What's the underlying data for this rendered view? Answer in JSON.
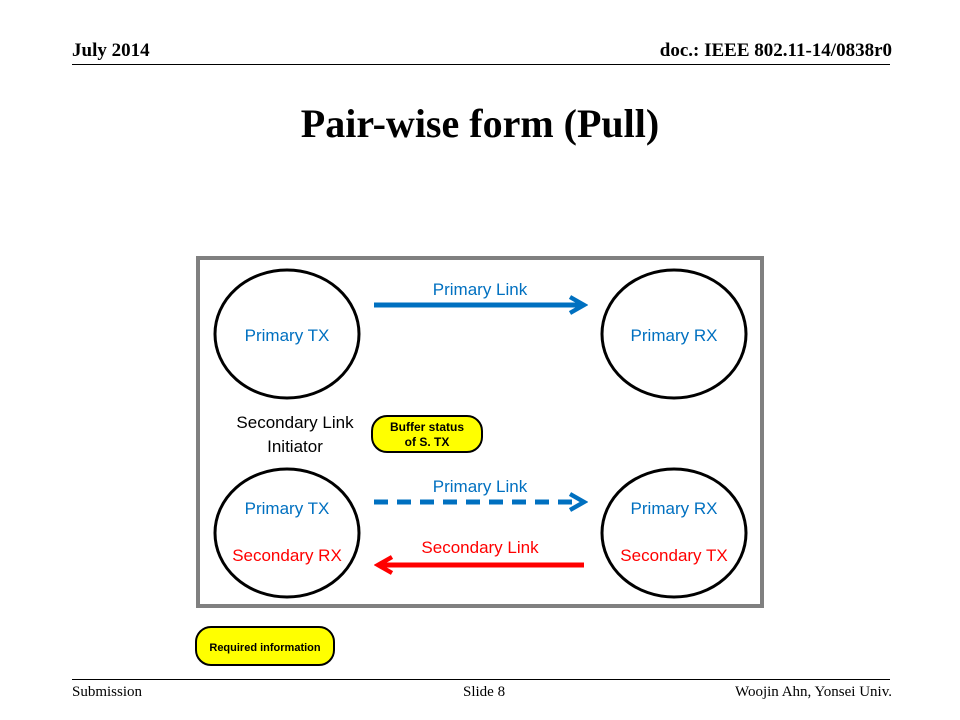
{
  "header": {
    "date": "July 2014",
    "doc": "doc.: IEEE 802.11-14/0838r0"
  },
  "title": "Pair-wise form (Pull)",
  "diagram": {
    "top": {
      "left_node": "Primary TX",
      "right_node": "Primary RX",
      "link_label": "Primary Link"
    },
    "initiator_label_line1": "Secondary Link",
    "initiator_label_line2": "Initiator",
    "buffer_badge_line1": "Buffer status",
    "buffer_badge_line2": "of S. TX",
    "bottom": {
      "left_node_primary": "Primary TX",
      "left_node_secondary": "Secondary RX",
      "right_node_primary": "Primary RX",
      "right_node_secondary": "Secondary TX",
      "primary_link_label": "Primary Link",
      "secondary_link_label": "Secondary Link"
    },
    "legend_label": "Required information",
    "colors": {
      "primary": "#0070c0",
      "secondary": "#ff0000",
      "highlight": "#ffff00",
      "frame": "#808080"
    }
  },
  "footer": {
    "left": "Submission",
    "center": "Slide 8",
    "right": "Woojin Ahn, Yonsei Univ."
  }
}
